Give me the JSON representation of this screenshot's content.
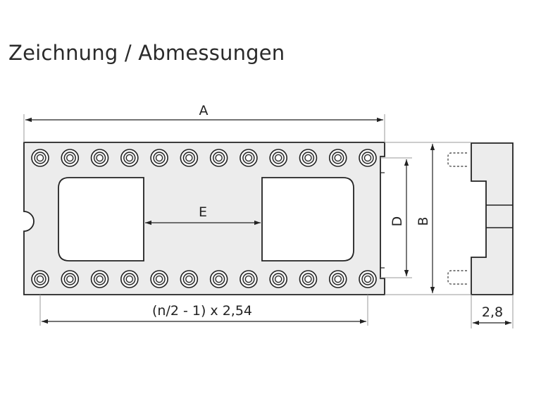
{
  "title": "Zeichnung / Abmessungen",
  "dimensions": {
    "a": "A",
    "b": "B",
    "d": "D",
    "e": "E",
    "pitch": "(n/2 - 1) x 2,54",
    "height": "2,8"
  },
  "pins_per_row": 12,
  "colors": {
    "body_fill": "#ececec",
    "outline": "#222222",
    "window_fill": "#ffffff",
    "extension_line": "#9a9a9a"
  }
}
